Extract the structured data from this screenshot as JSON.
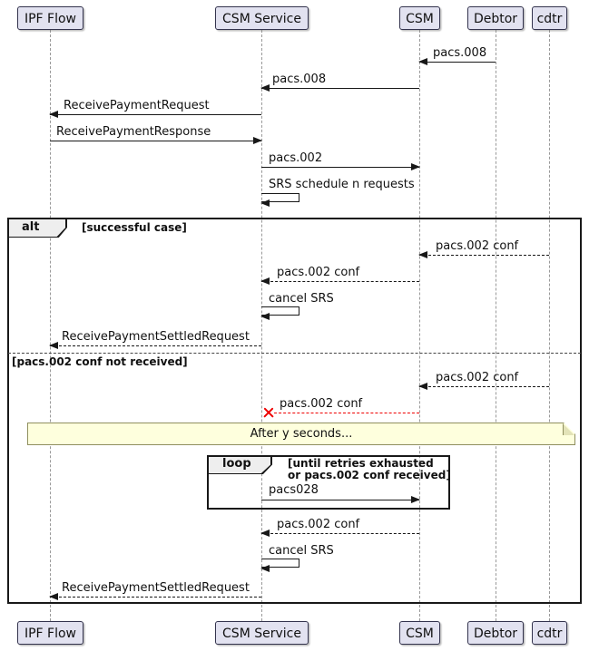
{
  "diagram_type": "uml-sequence",
  "participants": [
    {
      "name": "IPF Flow"
    },
    {
      "name": "CSM Service"
    },
    {
      "name": "CSM"
    },
    {
      "name": "Debtor"
    },
    {
      "name": "cdtr"
    }
  ],
  "messages": {
    "m1": {
      "label": "pacs.008",
      "from": "Debtor",
      "to": "CSM",
      "line": "solid"
    },
    "m2": {
      "label": "pacs.008",
      "from": "CSM",
      "to": "CSM Service",
      "line": "solid"
    },
    "m3": {
      "label": "ReceivePaymentRequest",
      "from": "CSM Service",
      "to": "IPF Flow",
      "line": "solid"
    },
    "m4": {
      "label": "ReceivePaymentResponse",
      "from": "IPF Flow",
      "to": "CSM Service",
      "line": "solid"
    },
    "m5": {
      "label": "pacs.002",
      "from": "CSM Service",
      "to": "CSM",
      "line": "solid"
    },
    "m6": {
      "label": "SRS schedule n requests",
      "from": "CSM Service",
      "to": "CSM Service",
      "line": "solid"
    },
    "m7": {
      "label": "pacs.002 conf",
      "from": "cdtr",
      "to": "CSM",
      "line": "dashed"
    },
    "m8": {
      "label": "pacs.002 conf",
      "from": "CSM",
      "to": "CSM Service",
      "line": "dashed"
    },
    "m9": {
      "label": "cancel SRS",
      "from": "CSM Service",
      "to": "CSM Service",
      "line": "solid"
    },
    "m10": {
      "label": "ReceivePaymentSettledRequest",
      "from": "CSM Service",
      "to": "IPF Flow",
      "line": "dashed"
    },
    "m11": {
      "label": "pacs.002 conf",
      "from": "cdtr",
      "to": "CSM",
      "line": "dashed"
    },
    "m12": {
      "label": "pacs.002 conf",
      "from": "CSM",
      "to": "CSM Service",
      "line": "dashed",
      "lost": true
    },
    "m13": {
      "label": "pacs028",
      "from": "CSM Service",
      "to": "CSM",
      "line": "solid"
    },
    "m14": {
      "label": "pacs.002 conf",
      "from": "CSM",
      "to": "CSM Service",
      "line": "dashed"
    },
    "m15": {
      "label": "cancel SRS",
      "from": "CSM Service",
      "to": "CSM Service",
      "line": "solid"
    },
    "m16": {
      "label": "ReceivePaymentSettledRequest",
      "from": "CSM Service",
      "to": "IPF Flow",
      "line": "dashed"
    }
  },
  "frames": {
    "alt": {
      "operator": "alt",
      "guard_success": "[successful case]",
      "guard_else": "[pacs.002 conf not received]"
    },
    "loop": {
      "operator": "loop",
      "guard_line1": "[until retries exhausted",
      "guard_line2": "or pacs.002 conf received]"
    }
  },
  "note": {
    "text": "After y seconds..."
  },
  "colors": {
    "participant_fill": "#E2E2F0",
    "participant_border": "#33334d",
    "lifeline": "#999999",
    "frame_border": "#181818",
    "frame_tab_fill": "#EEEEEE",
    "note_fill": "#FEFFDD",
    "note_border": "#8F8F5F",
    "lost_message_red": "#EE0000",
    "message_text": "#101010"
  }
}
